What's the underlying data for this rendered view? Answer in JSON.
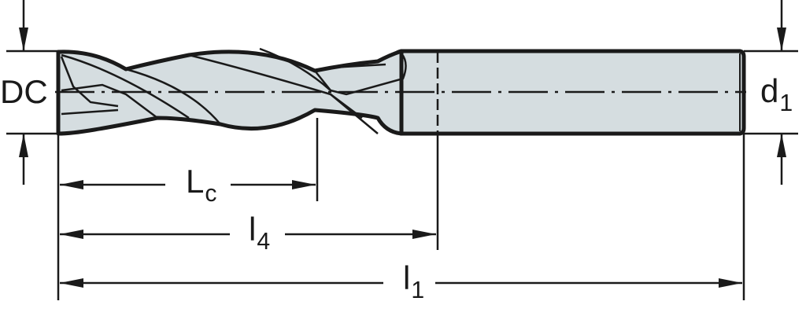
{
  "drawing": {
    "subject": "2-flute end mill dimension drawing",
    "colors": {
      "line": "#1a1a1a",
      "fill": "#d5dde0",
      "background": "#ffffff"
    }
  },
  "labels": {
    "cutting_diameter": {
      "main": "DC",
      "sub": ""
    },
    "shank_diameter": {
      "main": "d",
      "sub": "1"
    },
    "cutting_length": {
      "main": "L",
      "sub": "c"
    },
    "usable_length": {
      "main": "l",
      "sub": "4"
    },
    "overall_length": {
      "main": "l",
      "sub": "1"
    }
  }
}
